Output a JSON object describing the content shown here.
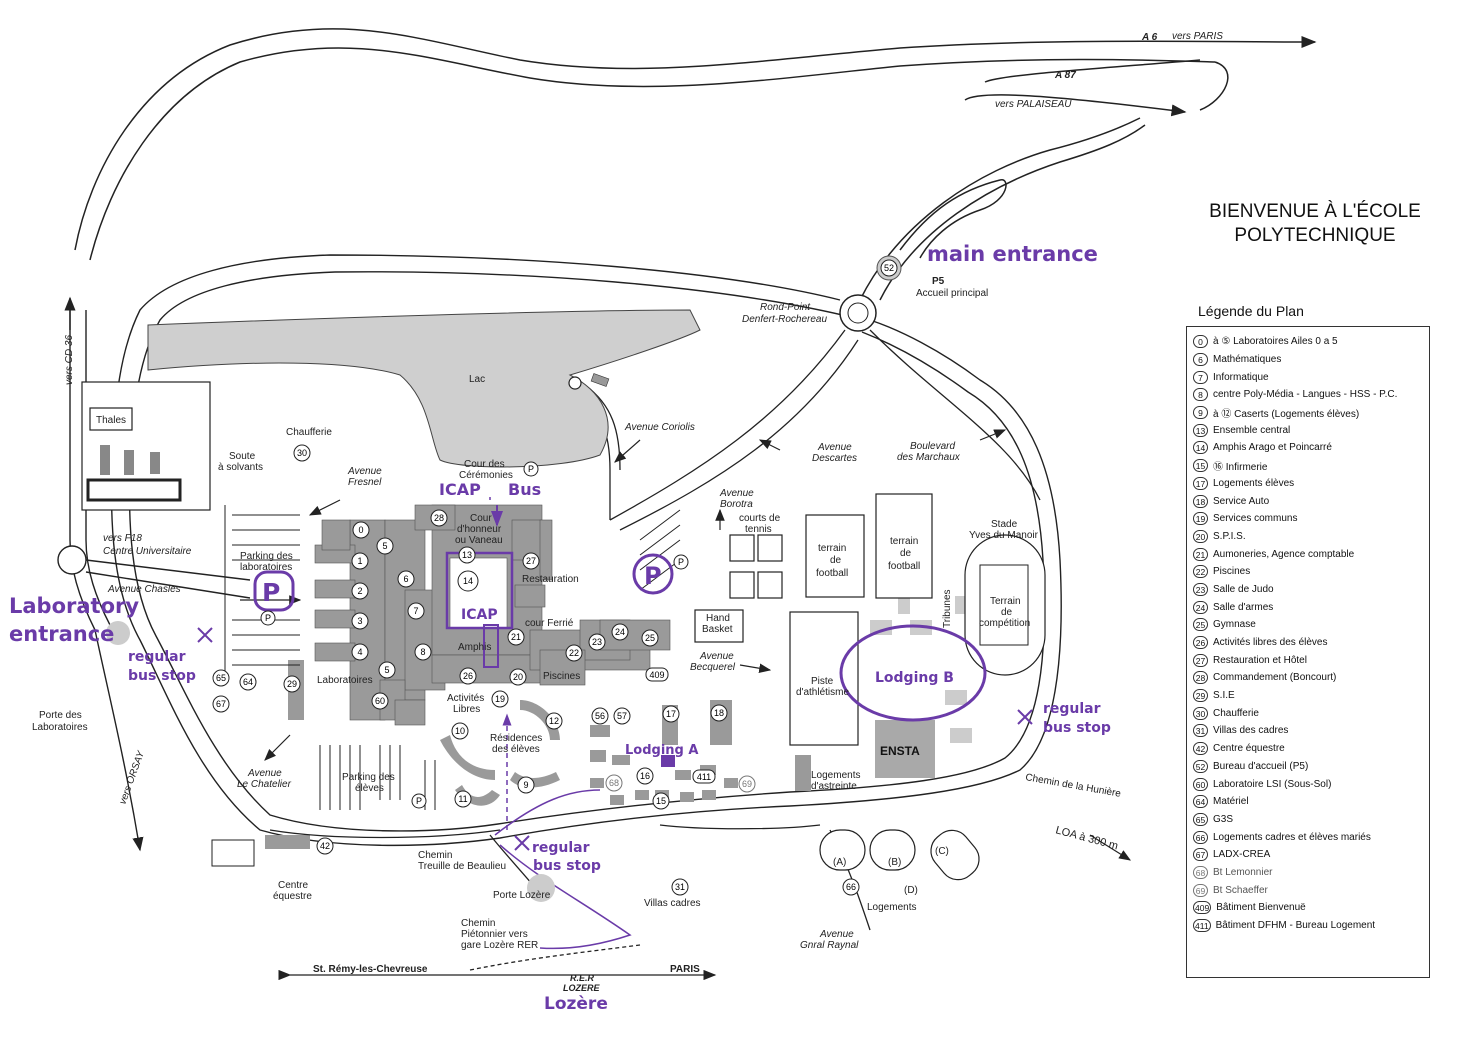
{
  "title": {
    "line1": "BIENVENUE À L'ÉCOLE",
    "line2": "POLYTECHNIQUE"
  },
  "legend": {
    "title": "Légende du Plan",
    "items": [
      {
        "num": "0",
        "text": "à ⑤ Laboratoires Ailes 0 a 5"
      },
      {
        "num": "6",
        "text": "Mathématiques"
      },
      {
        "num": "7",
        "text": "Informatique"
      },
      {
        "num": "8",
        "text": "centre Poly-Média - Langues - HSS - P.C."
      },
      {
        "num": "9",
        "text": "à ⑫ Caserts (Logements élèves)"
      },
      {
        "num": "13",
        "text": "Ensemble central"
      },
      {
        "num": "14",
        "text": "Amphis Arago et Poincarré"
      },
      {
        "num": "15",
        "text": "⑯ Infirmerie"
      },
      {
        "num": "17",
        "text": "Logements élèves"
      },
      {
        "num": "18",
        "text": "Service Auto"
      },
      {
        "num": "19",
        "text": "Services communs"
      },
      {
        "num": "20",
        "text": "S.P.I.S."
      },
      {
        "num": "21",
        "text": "Aumoneries, Agence comptable"
      },
      {
        "num": "22",
        "text": "Piscines"
      },
      {
        "num": "23",
        "text": "Salle de Judo"
      },
      {
        "num": "24",
        "text": "Salle d'armes"
      },
      {
        "num": "25",
        "text": "Gymnase"
      },
      {
        "num": "26",
        "text": "Activités libres des élèves"
      },
      {
        "num": "27",
        "text": "Restauration et Hôtel"
      },
      {
        "num": "28",
        "text": "Commandement (Boncourt)"
      },
      {
        "num": "29",
        "text": "S.I.E"
      },
      {
        "num": "30",
        "text": "Chaufferie"
      },
      {
        "num": "31",
        "text": "Villas des cadres"
      },
      {
        "num": "42",
        "text": "Centre équestre"
      },
      {
        "num": "52",
        "text": "Bureau d'accueil (P5)"
      },
      {
        "num": "60",
        "text": "Laboratoire LSI (Sous-Sol)"
      },
      {
        "num": "64",
        "text": "Matériel"
      },
      {
        "num": "65",
        "text": "G3S"
      },
      {
        "num": "66",
        "text": "Logements cadres et élèves mariés"
      },
      {
        "num": "67",
        "text": "LADX-CREA"
      },
      {
        "num": "68",
        "text": "Bt Lemonnier",
        "gray": true
      },
      {
        "num": "69",
        "text": "Bt Schaeffer",
        "gray": true
      },
      {
        "num": "409",
        "text": "Bâtiment Bienvenuë"
      },
      {
        "num": "411",
        "text": "Bâtiment DFHM - Bureau Logement"
      }
    ]
  },
  "roads": {
    "a6": "A 6",
    "a6_dest": "vers PARIS",
    "a87": "A 87",
    "palaiseau": "vers PALAISEAU",
    "cd36": "vers CD 36",
    "f18_1": "vers F18",
    "f18_2": "Centre Universitaire",
    "orsay": "vers ORSAY",
    "rond_point_1": "Rond-Point",
    "rond_point_2": "Denfert-Rochereau",
    "coriolis": "Avenue Coriolis",
    "descartes_1": "Avenue",
    "descartes_2": "Descartes",
    "marchaux_1": "Boulevard",
    "marchaux_2": "des Marchaux",
    "borotra_1": "Avenue",
    "borotra_2": "Borotra",
    "fresnel_1": "Avenue",
    "fresnel_2": "Fresnel",
    "chasles": "Avenue Chasles",
    "becquerel_1": "Avenue",
    "becquerel_2": "Becquerel",
    "chatelier_1": "Avenue",
    "chatelier_2": "Le Chatelier",
    "raynal_1": "Avenue",
    "raynal_2": "Gnral Raynal",
    "huniere": "Chemin de la Hunière",
    "loa": "LOA à 300 m",
    "beaulieu_1": "Chemin",
    "beaulieu_2": "Treuille de Beaulieu",
    "pieton_1": "Chemin",
    "pieton_2": "Piétonnier vers",
    "pieton_3": "gare Lozère RER",
    "st_remy": "St. Rémy-les-Chevreuse",
    "paris": "PARIS",
    "rer_1": "R.E.R",
    "rer_2": "LOZERE"
  },
  "places": {
    "lac": "Lac",
    "thales": "Thales",
    "chaufferie": "Chaufferie",
    "soute_1": "Soute",
    "soute_2": "à solvants",
    "cour_ceremonies_1": "Cour des",
    "cour_ceremonies_2": "Cérémonies",
    "cour_honneur_1": "Cour",
    "cour_honneur_2": "d'honneur",
    "cour_honneur_3": "ou Vaneau",
    "restauration": "Restauration",
    "cour_ferrie": "cour Ferrié",
    "amphis": "Amphis",
    "piscines": "Piscines",
    "activites_1": "Activités",
    "activites_2": "Libres",
    "residences_1": "Résidences",
    "residences_2": "des élèves",
    "laboratoires": "Laboratoires",
    "parking_labo_1": "Parking des",
    "parking_labo_2": "laboratoires",
    "parking_eleves_1": "Parking des",
    "parking_eleves_2": "élèves",
    "courts_1": "courts de",
    "courts_2": "tennis",
    "hand_1": "Hand",
    "hand_2": "Basket",
    "foot1_1": "terrain",
    "foot1_2": "de",
    "foot1_3": "football",
    "foot2_1": "terrain",
    "foot2_2": "de",
    "foot2_3": "football",
    "stade_1": "Stade",
    "stade_2": "Yves du Manoir",
    "tribunes": "Tribunes",
    "competition_1": "Terrain",
    "competition_2": "de",
    "competition_3": "compétition",
    "piste_1": "Piste",
    "piste_2": "d'athlétisme",
    "ensta": "ENSTA",
    "astreinte_1": "Logements",
    "astreinte_2": "d'astreinte",
    "logements": "Logements",
    "villas": "Villas cadres",
    "porte_lozere": "Porte Lozère",
    "porte_labo_1": "Porte des",
    "porte_labo_2": "Laboratoires",
    "centre_eq_1": "Centre",
    "centre_eq_2": "équestre",
    "p5": "P5",
    "accueil": "Accueil principal",
    "a": "(A)",
    "b": "(B)",
    "c": "(C)",
    "d": "(D)",
    "p": "P"
  },
  "annotations": {
    "main_entrance": "main entrance",
    "lab_entrance_1": "Laboratory",
    "lab_entrance_2": "entrance",
    "icap_top": "ICAP",
    "bus": "Bus",
    "icap": "ICAP",
    "lodging_a": "Lodging A",
    "lodging_b": "Lodging B",
    "bus_stop_1a": "regular",
    "bus_stop_1b": "bus stop",
    "bus_stop_2a": "regular",
    "bus_stop_2b": "bus stop",
    "bus_stop_3a": "regular",
    "bus_stop_3b": "bus stop",
    "lozere": "Lozère",
    "parking_p": "P"
  },
  "building_numbers": {
    "b0": "0",
    "b1": "1",
    "b2": "2",
    "b3": "3",
    "b4": "4",
    "b5a": "5",
    "b5b": "5",
    "b6": "6",
    "b7": "7",
    "b8": "8",
    "b9": "9",
    "b10": "10",
    "b11": "11",
    "b12": "12",
    "b13": "13",
    "b14": "14",
    "b15": "15",
    "b16": "16",
    "b17": "17",
    "b18": "18",
    "b19": "19",
    "b20": "20",
    "b21": "21",
    "b22": "22",
    "b23": "23",
    "b24": "24",
    "b25": "25",
    "b26": "26",
    "b27": "27",
    "b28": "28",
    "b29": "29",
    "b30": "30",
    "b31": "31",
    "b42": "42",
    "b52": "52",
    "b56": "56",
    "b57": "57",
    "b60": "60",
    "b64": "64",
    "b65": "65",
    "b66": "66",
    "b67": "67",
    "b68": "68",
    "b69": "69",
    "b409": "409",
    "b411": "411"
  },
  "colors": {
    "annotation": "#6a3ba8",
    "building": "#9a9a9a",
    "road": "#222222"
  }
}
